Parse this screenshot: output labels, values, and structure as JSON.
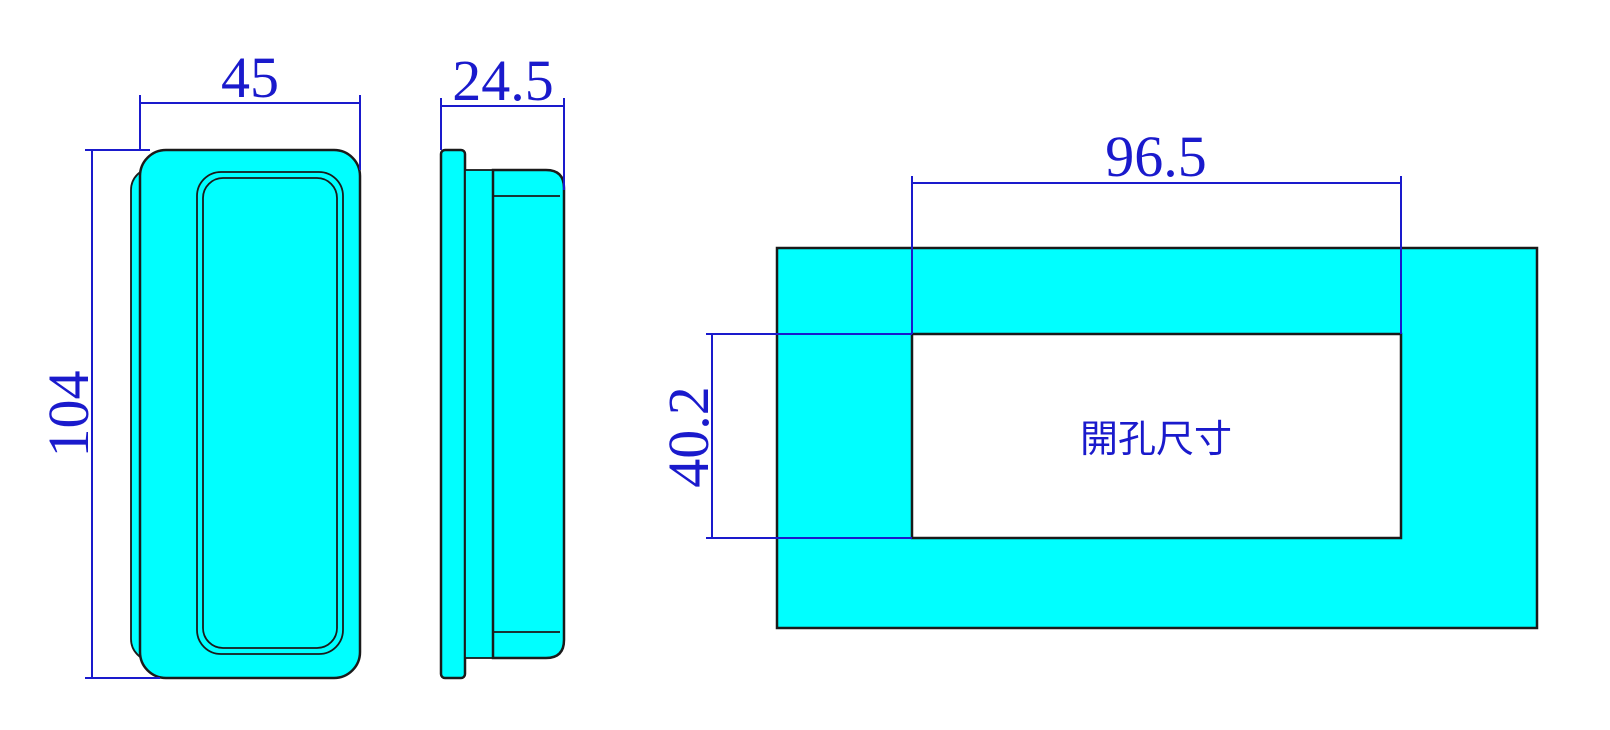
{
  "colors": {
    "part_fill": "#00ffff",
    "outline": "#1a1a1a",
    "dimension": "#1a1acc",
    "background": "#ffffff"
  },
  "front_view": {
    "width_dimension": "45",
    "height_dimension": "104"
  },
  "side_view": {
    "depth_dimension": "24.5"
  },
  "cutout_view": {
    "width_dimension": "96.5",
    "height_dimension": "40.2",
    "label": "開孔尺寸"
  }
}
